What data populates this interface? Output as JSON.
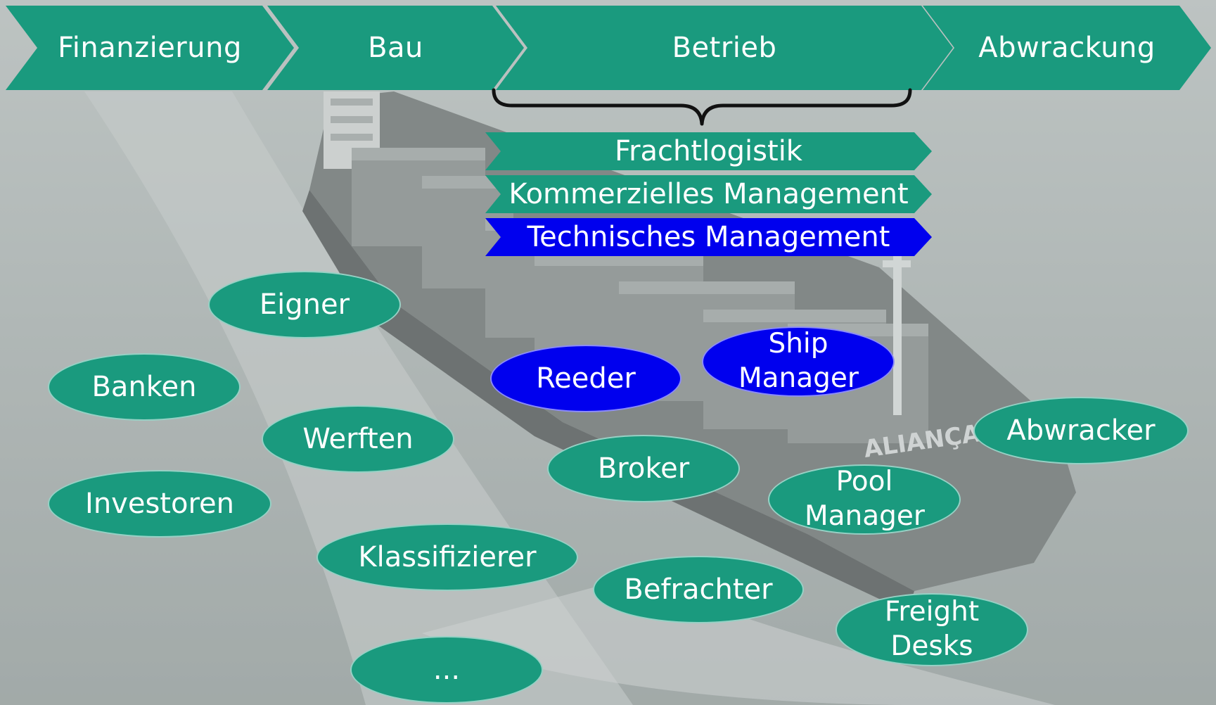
{
  "colors": {
    "green": "#1a9a7e",
    "blue": "#0000ee",
    "sea": "#a7afad",
    "text": "#ffffff"
  },
  "phases": [
    {
      "label": "Finanzierung"
    },
    {
      "label": "Bau"
    },
    {
      "label": "Betrieb"
    },
    {
      "label": "Abwrackung"
    }
  ],
  "operation_layers": [
    {
      "label": "Frachtlogistik",
      "highlighted": false
    },
    {
      "label": "Kommerzielles Management",
      "highlighted": false
    },
    {
      "label": "Technisches Management",
      "highlighted": true
    }
  ],
  "actors": [
    {
      "label": "Eigner",
      "highlighted": false
    },
    {
      "label": "Banken",
      "highlighted": false
    },
    {
      "label": "Werften",
      "highlighted": false
    },
    {
      "label": "Investoren",
      "highlighted": false
    },
    {
      "label": "Klassifizierer",
      "highlighted": false
    },
    {
      "label": "...",
      "highlighted": false
    },
    {
      "label": "Reeder",
      "highlighted": true
    },
    {
      "label": "Ship Manager",
      "highlighted": true
    },
    {
      "label": "Broker",
      "highlighted": false
    },
    {
      "label": "Pool Manager",
      "highlighted": false
    },
    {
      "label": "Befrachter",
      "highlighted": false
    },
    {
      "label": "Freight Desks",
      "highlighted": false
    },
    {
      "label": "Abwracker",
      "highlighted": false
    }
  ],
  "photo_text": {
    "hull_name": "ALIANÇA"
  }
}
